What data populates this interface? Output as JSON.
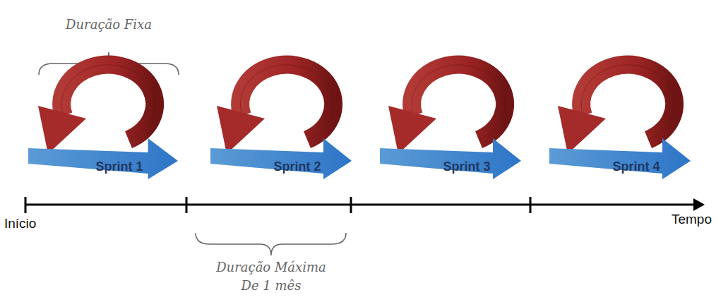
{
  "diagram": {
    "nodes": [
      {
        "text": [
          "Sprint 1"
        ]
      },
      {
        "text": [
          "Sprint 2"
        ]
      },
      {
        "text": [
          "Sprint 3"
        ]
      },
      {
        "text": [
          "Sprint 4"
        ]
      }
    ],
    "labels": [
      "Duração Fixa",
      "Início",
      "Tempo",
      "Duração Máxima De 1 mês"
    ]
  }
}
